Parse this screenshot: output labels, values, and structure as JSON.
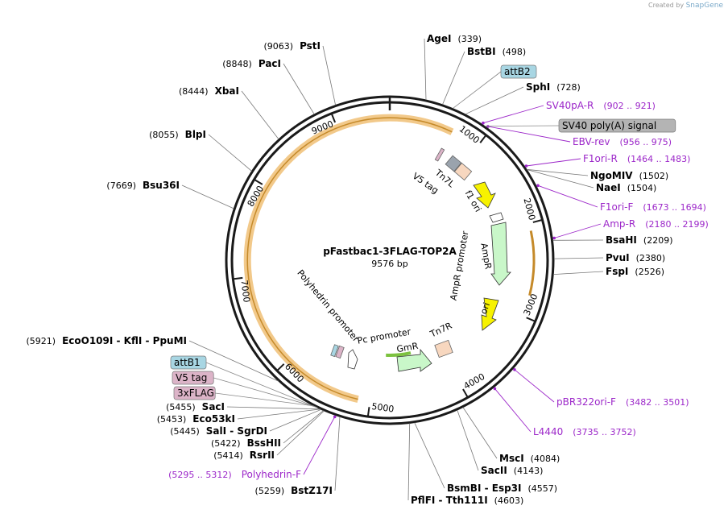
{
  "credit": {
    "prefix": "Created by",
    "brand": "SnapGene"
  },
  "plasmid": {
    "name": "pFastbac1-3FLAG-TOP2A",
    "length": 9576,
    "length_label": "9576 bp"
  },
  "colors": {
    "backbone": "#1a1a1a",
    "enzyme_label": "#000000",
    "primer": "#9c27c9",
    "orf_fill": "#f2c98a",
    "orf_stroke": "#c58a2a",
    "ampr": "#c9f7c9",
    "ori": "#f7f200",
    "f1ori": "#f7f200",
    "tn7": "#f7d7bf",
    "gmr_arrow": "#7cc23f",
    "attB": "#a8d6e3",
    "tag": "#dcb4c8",
    "sv40": "#b4b4b4"
  },
  "ticks": [
    {
      "pos": 1000,
      "label": "1000"
    },
    {
      "pos": 2000,
      "label": "2000"
    },
    {
      "pos": 3000,
      "label": "3000"
    },
    {
      "pos": 4000,
      "label": "4000"
    },
    {
      "pos": 5000,
      "label": "5000"
    },
    {
      "pos": 6000,
      "label": "6000"
    },
    {
      "pos": 7000,
      "label": "7000"
    },
    {
      "pos": 8000,
      "label": "8000"
    },
    {
      "pos": 9000,
      "label": "9000"
    }
  ],
  "enzymes": [
    {
      "name": "AgeI",
      "pos_label": "(339)",
      "pos": 339
    },
    {
      "name": "BstBI",
      "pos_label": "(498)",
      "pos": 498
    },
    {
      "name": "SphI",
      "pos_label": "(728)",
      "pos": 728
    },
    {
      "name": "NgoMIV",
      "pos_label": "(1502)",
      "pos": 1502
    },
    {
      "name": "NaeI",
      "pos_label": "(1504)",
      "pos": 1504
    },
    {
      "name": "BsaHI",
      "pos_label": "(2209)",
      "pos": 2209
    },
    {
      "name": "PvuI",
      "pos_label": "(2380)",
      "pos": 2380
    },
    {
      "name": "FspI",
      "pos_label": "(2526)",
      "pos": 2526
    },
    {
      "name": "MscI",
      "pos_label": "(4084)",
      "pos": 4084
    },
    {
      "name": "SacII",
      "pos_label": "(4143)",
      "pos": 4143
    },
    {
      "name": "BsmBI - Esp3I",
      "pos_label": "(4557)",
      "pos": 4557
    },
    {
      "name": "PflFI - Tth111I",
      "pos_label": "(4603)",
      "pos": 4603
    },
    {
      "name": "BstZ17I",
      "pos_label": "(5259)",
      "pos": 5259
    },
    {
      "name": "RsrII",
      "pos_label": "(5414)",
      "pos": 5414
    },
    {
      "name": "BssHII",
      "pos_label": "(5422)",
      "pos": 5422
    },
    {
      "name": "SalI - SgrDI",
      "pos_label": "(5445)",
      "pos": 5445
    },
    {
      "name": "Eco53kI",
      "pos_label": "(5453)",
      "pos": 5453
    },
    {
      "name": "SacI",
      "pos_label": "(5455)",
      "pos": 5455
    },
    {
      "name": "EcoO109I - KflI - PpuMI",
      "pos_label": "(5921)",
      "pos": 5921
    },
    {
      "name": "Bsu36I",
      "pos_label": "(7669)",
      "pos": 7669
    },
    {
      "name": "BlpI",
      "pos_label": "(8055)",
      "pos": 8055
    },
    {
      "name": "XbaI",
      "pos_label": "(8444)",
      "pos": 8444
    },
    {
      "name": "PacI",
      "pos_label": "(8848)",
      "pos": 8848
    },
    {
      "name": "PstI",
      "pos_label": "(9063)",
      "pos": 9063
    }
  ],
  "primers": [
    {
      "name": "SV40pA-R",
      "range": "(902 .. 921)",
      "pos": 911
    },
    {
      "name": "EBV-rev",
      "range": "(956 .. 975)",
      "pos": 965
    },
    {
      "name": "F1ori-R",
      "range": "(1464 .. 1483)",
      "pos": 1473
    },
    {
      "name": "F1ori-F",
      "range": "(1673 .. 1694)",
      "pos": 1683
    },
    {
      "name": "Amp-R",
      "range": "(2180 .. 2199)",
      "pos": 2190
    },
    {
      "name": "pBR322ori-F",
      "range": "(3482 .. 3501)",
      "pos": 3491
    },
    {
      "name": "L4440",
      "range": "(3735 .. 3752)",
      "pos": 3743
    },
    {
      "name": "Polyhedrin-F",
      "range": "(5295 .. 5312)",
      "pos": 5303
    }
  ],
  "boxed_labels": [
    {
      "name": "attB2",
      "pos": 600,
      "color": "#a8d6e3"
    },
    {
      "name": "SV40 poly(A) signal",
      "pos": 940,
      "color": "#b4b4b4"
    },
    {
      "name": "attB1",
      "pos": 5480,
      "color": "#a8d6e3"
    },
    {
      "name": "V5 tag",
      "pos": 5500,
      "color": "#dcb4c8"
    },
    {
      "name": "3xFLAG",
      "pos": 5520,
      "color": "#dcb4c8"
    }
  ],
  "feature_labels": {
    "tn7l": "Tn7L",
    "v5tag": "V5 tag",
    "f1ori": "f1 ori",
    "ampr": "AmpR",
    "ampr_promoter": "AmpR promoter",
    "ori": "ori",
    "tn7r": "Tn7R",
    "gmr": "GmR",
    "pc_promoter": "Pc promoter",
    "polyhedrin_promoter": "Polyhedrin promoter"
  }
}
